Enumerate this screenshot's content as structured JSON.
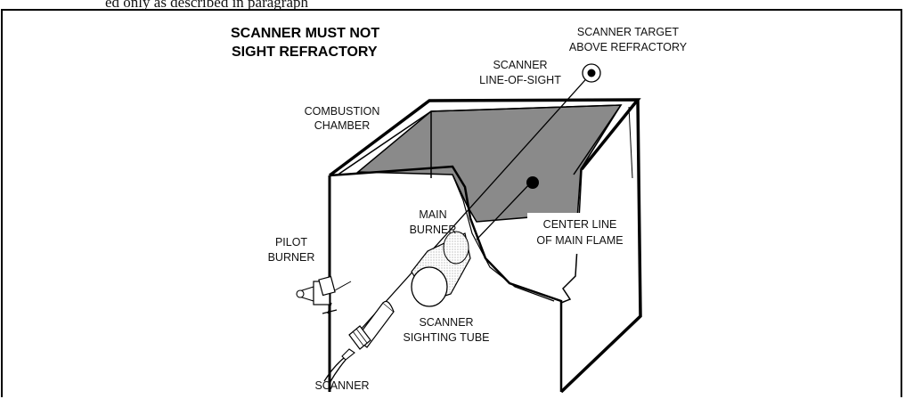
{
  "header_text": "ed only as described in paragraph",
  "labels": {
    "title_line1": "SCANNER MUST NOT",
    "title_line2": "SIGHT REFRACTORY",
    "target_line1": "SCANNER TARGET",
    "target_line2": "ABOVE REFRACTORY",
    "los_line1": "SCANNER",
    "los_line2": "LINE-OF-SIGHT",
    "chamber_line1": "COMBUSTION",
    "chamber_line2": "CHAMBER",
    "main_burner_line1": "MAIN",
    "main_burner_line2": "BURNER",
    "center_line1": "CENTER LINE",
    "center_line2": "OF MAIN FLAME",
    "pilot_line1": "PILOT",
    "pilot_line2": "BURNER",
    "tube_line1": "SCANNER",
    "tube_line2": "SIGHTING TUBE",
    "scanner": "SCANNER"
  },
  "colors": {
    "refractory_fill": "#8a8a8a",
    "line": "#000000"
  }
}
